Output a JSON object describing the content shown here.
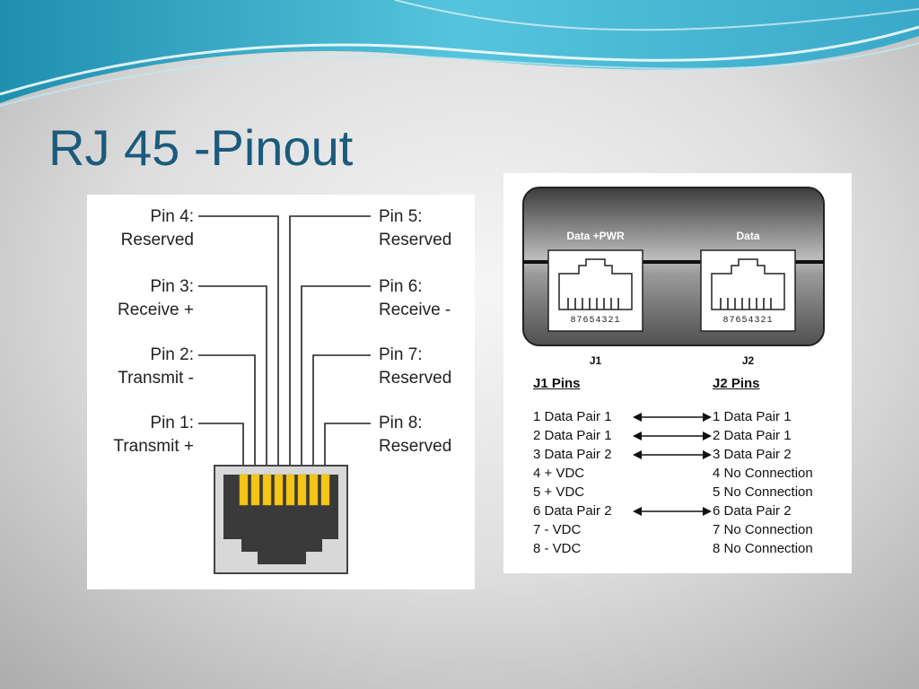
{
  "slide": {
    "title": "RJ 45 -Pinout",
    "colors": {
      "title": "#1b5a7c",
      "wave": "#4fb6d4",
      "contact": "#f5c518",
      "jack": "#3a3a3a"
    }
  },
  "pin_diagram": {
    "left_labels": [
      {
        "pin": "Pin 4:",
        "desc": "Reserved"
      },
      {
        "pin": "Pin 3:",
        "desc": "Receive +"
      },
      {
        "pin": "Pin 2:",
        "desc": "Transmit -"
      },
      {
        "pin": "Pin 1:",
        "desc": "Transmit +"
      }
    ],
    "right_labels": [
      {
        "pin": "Pin 5:",
        "desc": "Reserved"
      },
      {
        "pin": "Pin 6:",
        "desc": "Receive -"
      },
      {
        "pin": "Pin 7:",
        "desc": "Reserved"
      },
      {
        "pin": "Pin 8:",
        "desc": "Reserved"
      }
    ]
  },
  "jack_panel": {
    "jacks": [
      {
        "label": "Data +PWR",
        "numbers": "87654321",
        "id": "J1"
      },
      {
        "label": "Data",
        "numbers": "87654321",
        "id": "J2"
      }
    ],
    "j1_header": "J1 Pins",
    "j2_header": "J2 Pins",
    "rows": [
      {
        "j1": "1  Data Pair 1",
        "j2": "1  Data Pair 1",
        "arrow": true
      },
      {
        "j1": "2  Data Pair 1",
        "j2": "2  Data Pair 1",
        "arrow": true
      },
      {
        "j1": "3  Data Pair 2",
        "j2": "3  Data Pair 2",
        "arrow": true
      },
      {
        "j1": "4  + VDC",
        "j2": "4  No Connection",
        "arrow": false
      },
      {
        "j1": "5  + VDC",
        "j2": "5  No Connection",
        "arrow": false
      },
      {
        "j1": "6  Data Pair 2",
        "j2": "6  Data Pair 2",
        "arrow": true
      },
      {
        "j1": "7  - VDC",
        "j2": "7  No Connection",
        "arrow": false
      },
      {
        "j1": "8  - VDC",
        "j2": "8  No Connection",
        "arrow": false
      }
    ]
  }
}
